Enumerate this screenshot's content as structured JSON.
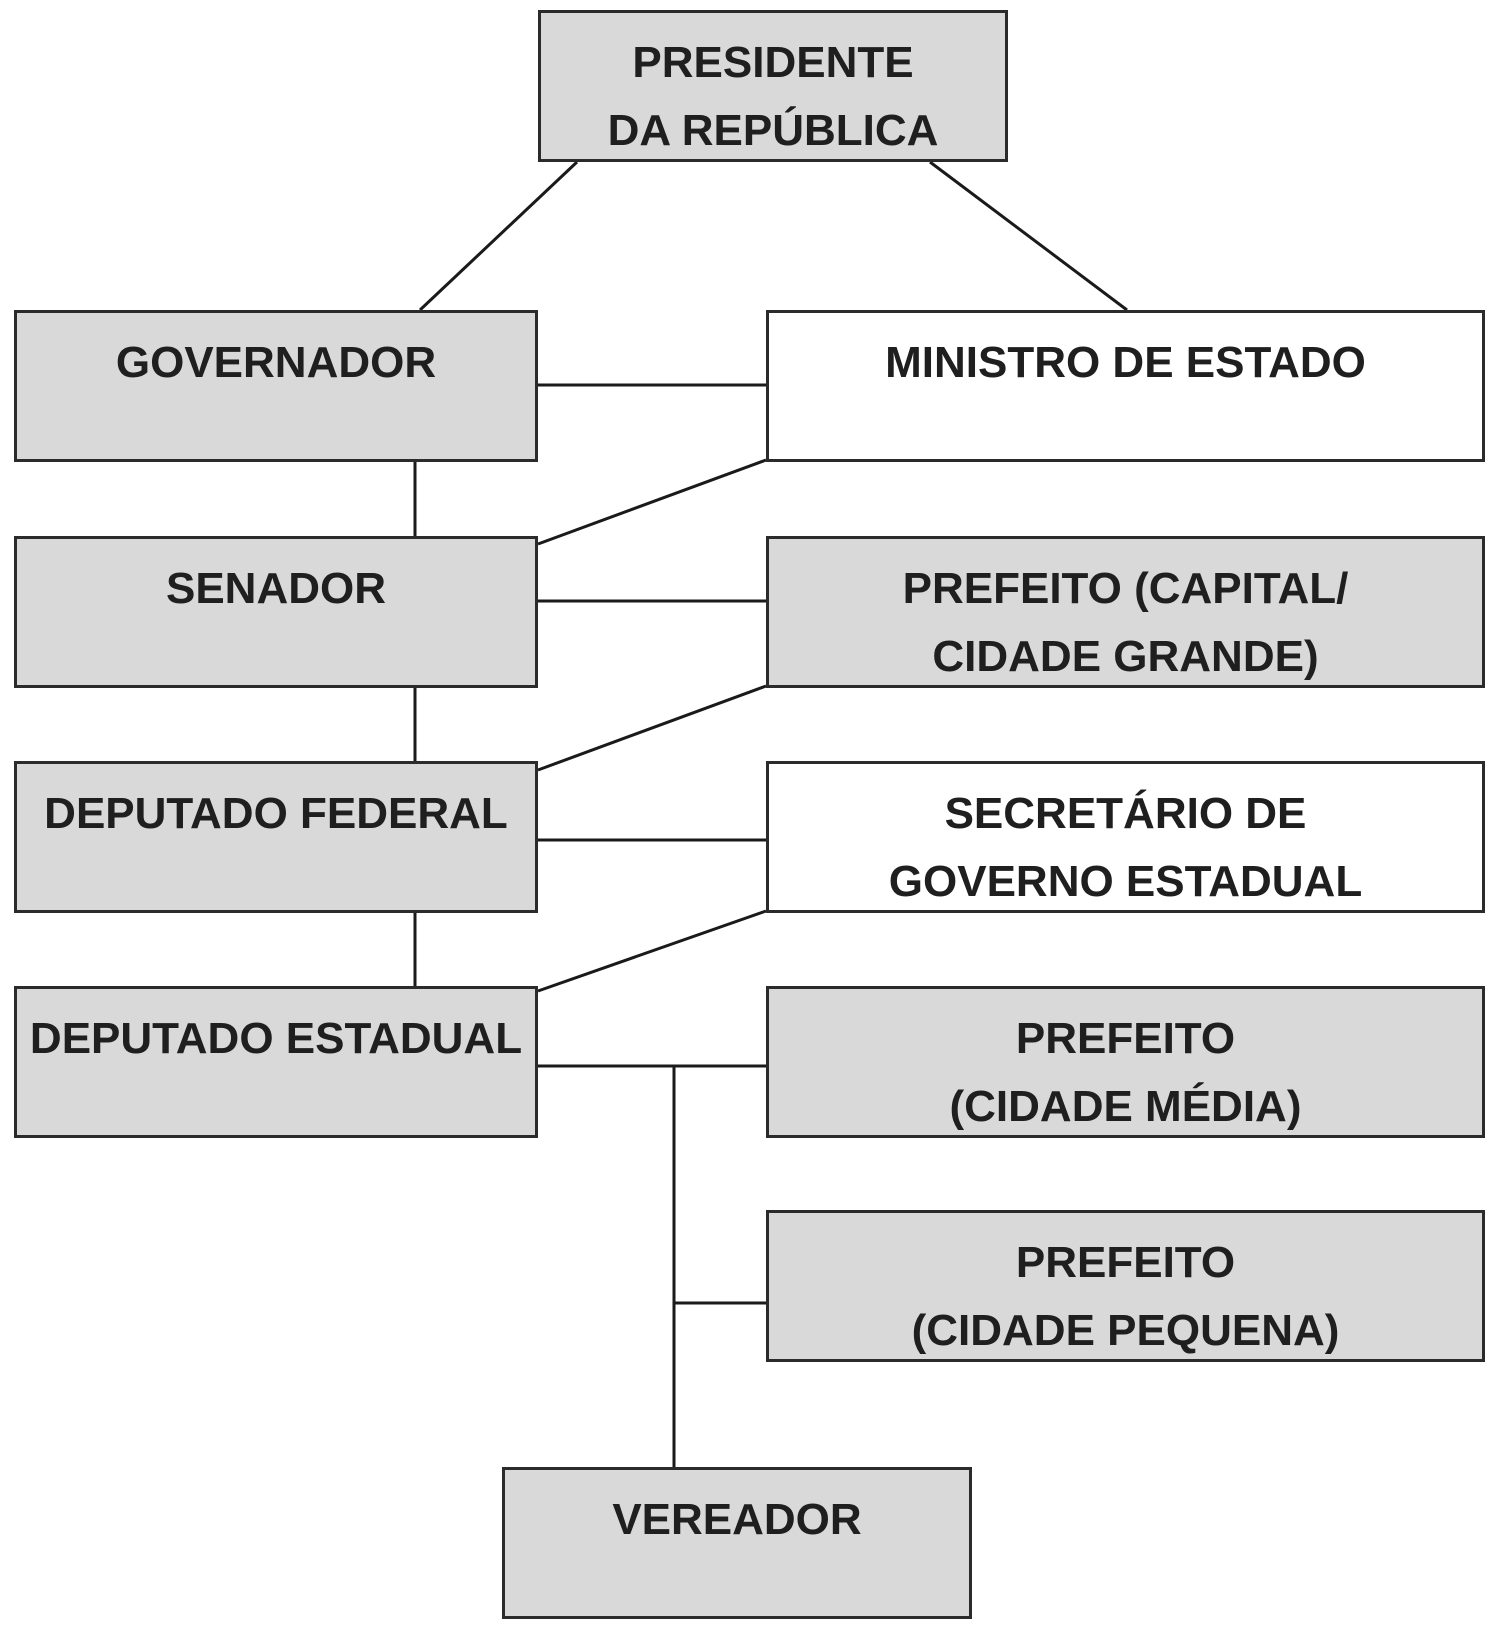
{
  "nodes": {
    "presidente": {
      "lines": [
        "PRESIDENTE",
        "DA REPÚBLICA"
      ]
    },
    "governador": {
      "lines": [
        "GOVERNADOR"
      ]
    },
    "ministro": {
      "lines": [
        "MINISTRO DE ESTADO"
      ]
    },
    "senador": {
      "lines": [
        "SENADOR"
      ]
    },
    "prefeito_capital": {
      "lines": [
        "PREFEITO (CAPITAL/",
        "CIDADE GRANDE)"
      ]
    },
    "deputado_federal": {
      "lines": [
        "DEPUTADO FEDERAL"
      ]
    },
    "secretario": {
      "lines": [
        "SECRETÁRIO DE",
        "GOVERNO ESTADUAL"
      ]
    },
    "deputado_estadual": {
      "lines": [
        "DEPUTADO ESTADUAL"
      ]
    },
    "prefeito_media": {
      "lines": [
        "PREFEITO",
        "(CIDADE MÉDIA)"
      ]
    },
    "prefeito_pequena": {
      "lines": [
        "PREFEITO",
        "(CIDADE PEQUENA)"
      ]
    },
    "vereador": {
      "lines": [
        "VEREADOR"
      ]
    }
  },
  "colors": {
    "gray_fill": "#d9d9d9",
    "white_fill": "#ffffff",
    "border": "#2b2b2b"
  }
}
